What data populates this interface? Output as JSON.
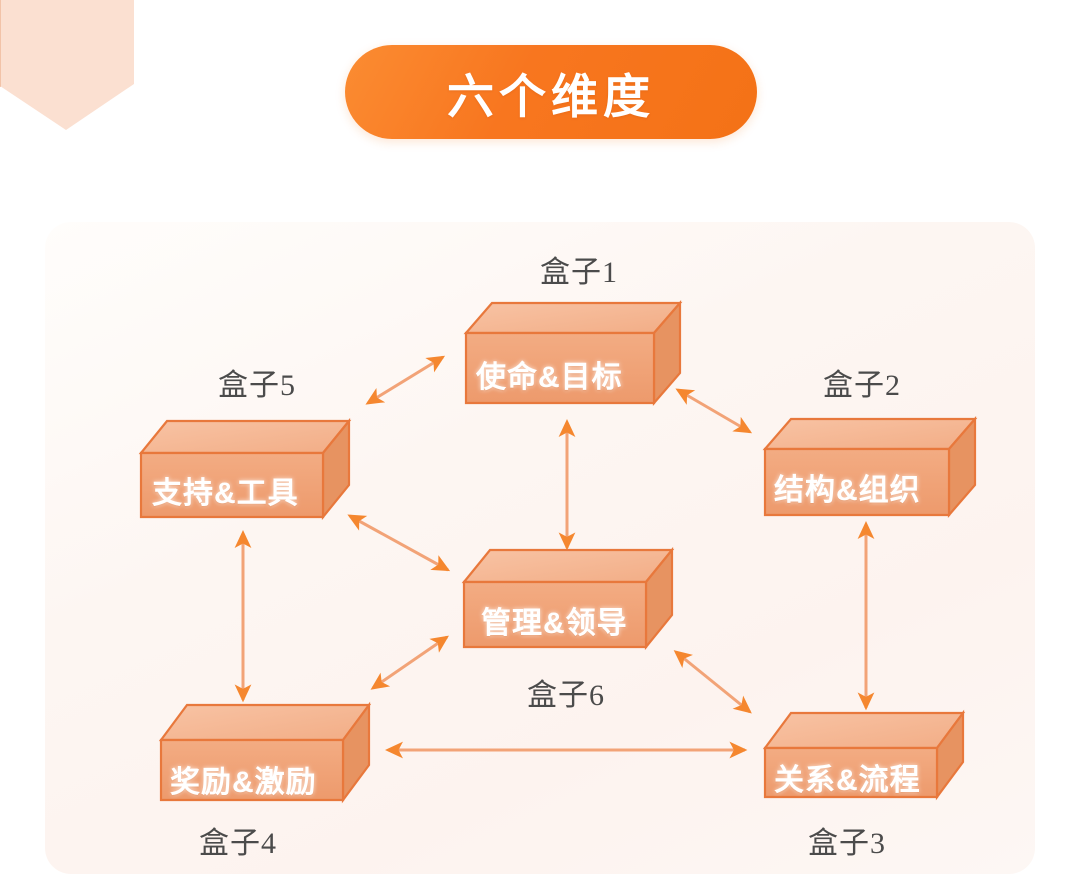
{
  "header": {
    "title": "六个维度",
    "badge_color": "#F4720F",
    "title_color": "#FFFFFF"
  },
  "theme": {
    "page_background": "#FFFFFF",
    "panel_background": "#FDF5F1",
    "box_front": "#F0A376",
    "box_top": "#F6BC9B",
    "box_side": "#E99366",
    "box_stroke": "#E8783C",
    "arrow_color": "#F58B45",
    "caption_color": "#4B4B4B",
    "corner_deco_color": "#FADBC8"
  },
  "diagram": {
    "type": "hexagonal-relationship-model",
    "boxes": [
      {
        "id": "box1",
        "caption": "盒子1",
        "label": "使命&目标",
        "caption_position": "above",
        "position": "top-center"
      },
      {
        "id": "box2",
        "caption": "盒子2",
        "label": "结构&组织",
        "caption_position": "above",
        "position": "right-upper"
      },
      {
        "id": "box3",
        "caption": "盒子3",
        "label": "关系&流程",
        "caption_position": "below",
        "position": "right-lower"
      },
      {
        "id": "box4",
        "caption": "盒子4",
        "label": "奖励&激励",
        "caption_position": "below",
        "position": "left-lower"
      },
      {
        "id": "box5",
        "caption": "盒子5",
        "label": "支持&工具",
        "caption_position": "above",
        "position": "left-upper"
      },
      {
        "id": "box6",
        "caption": "盒子6",
        "label": "管理&领导",
        "caption_position": "below",
        "position": "center"
      }
    ],
    "connections": [
      {
        "from": "box5",
        "to": "box1",
        "style": "double-arrow",
        "orientation": "diagonal"
      },
      {
        "from": "box1",
        "to": "box2",
        "style": "double-arrow",
        "orientation": "diagonal"
      },
      {
        "from": "box1",
        "to": "box6",
        "style": "double-arrow",
        "orientation": "vertical"
      },
      {
        "from": "box2",
        "to": "box3",
        "style": "double-arrow",
        "orientation": "vertical"
      },
      {
        "from": "box5",
        "to": "box4",
        "style": "double-arrow",
        "orientation": "vertical"
      },
      {
        "from": "box5",
        "to": "box6",
        "style": "double-arrow",
        "orientation": "diagonal"
      },
      {
        "from": "box4",
        "to": "box6",
        "style": "double-arrow",
        "orientation": "diagonal"
      },
      {
        "from": "box6",
        "to": "box3",
        "style": "double-arrow",
        "orientation": "diagonal"
      },
      {
        "from": "box4",
        "to": "box3",
        "style": "double-arrow",
        "orientation": "horizontal"
      }
    ]
  }
}
